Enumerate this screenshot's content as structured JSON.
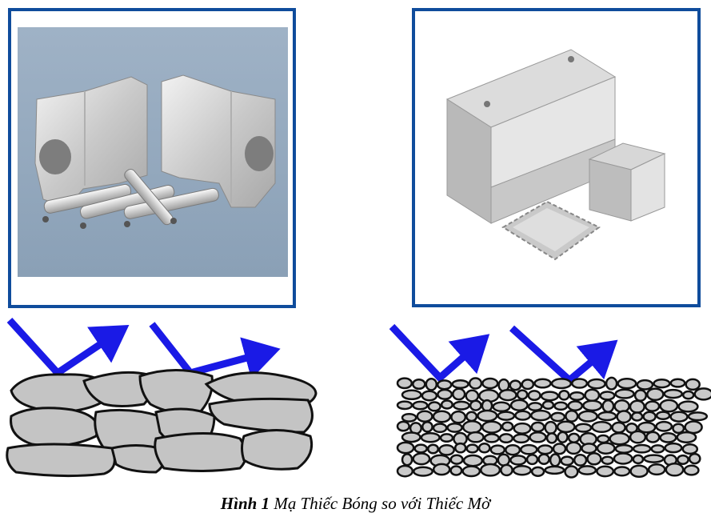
{
  "caption": {
    "label": "Hình 1",
    "text": "Mạ Thiếc Bóng so với Thiếc Mờ"
  },
  "images": {
    "left": "bright-tin-plated-parts-photo",
    "right": "matte-tin-plated-shields-photo"
  },
  "colors": {
    "frame": "#0f4c9c",
    "arrow": "#1a1ae6",
    "stone": "#c4c4c4",
    "outline": "#111111"
  }
}
